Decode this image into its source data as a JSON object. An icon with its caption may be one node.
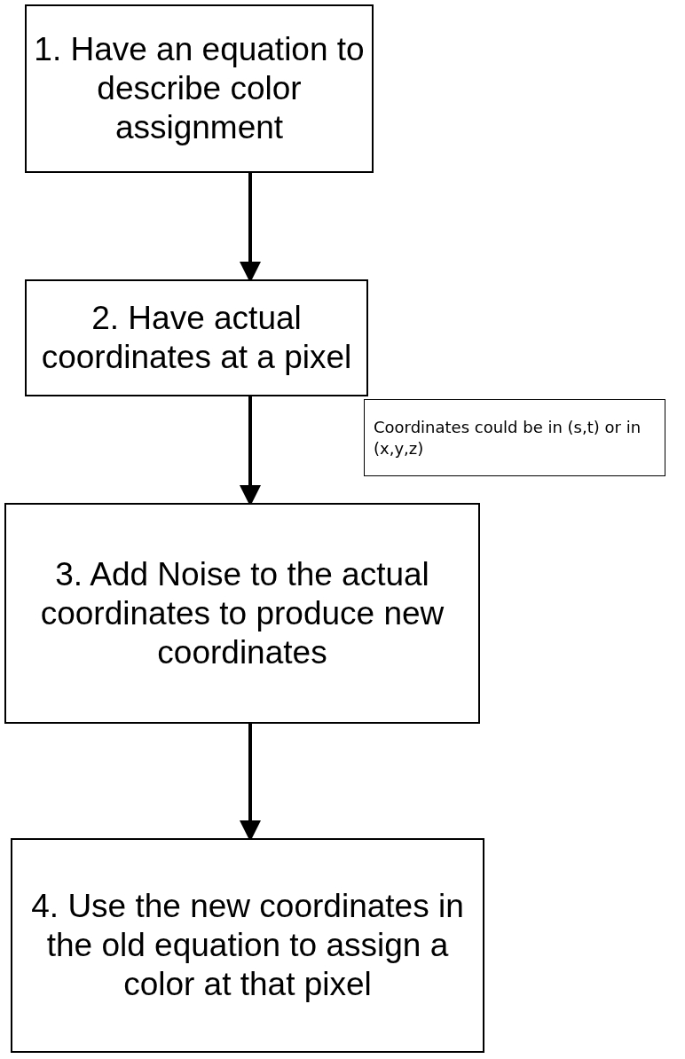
{
  "diagram": {
    "nodes": [
      {
        "text": [
          "1. Have an equation to describe color assignment"
        ]
      },
      {
        "text": [
          "2. Have actual coordinates at a pixel"
        ]
      },
      {
        "text": [
          "Coordinates could be in (s,t) or in (x,y,z)"
        ]
      },
      {
        "text": [
          "3. Add Noise to the actual coordinates to produce new coordinates"
        ]
      },
      {
        "text": [
          "4. Use the new coordinates in the old equation to assign a color at that pixel"
        ]
      }
    ],
    "edges": [
      {
        "from": 0,
        "to": 1,
        "arrow": "to"
      },
      {
        "from": 1,
        "to": 3,
        "arrow": "to"
      },
      {
        "from": 3,
        "to": 4,
        "arrow": "to"
      }
    ]
  }
}
